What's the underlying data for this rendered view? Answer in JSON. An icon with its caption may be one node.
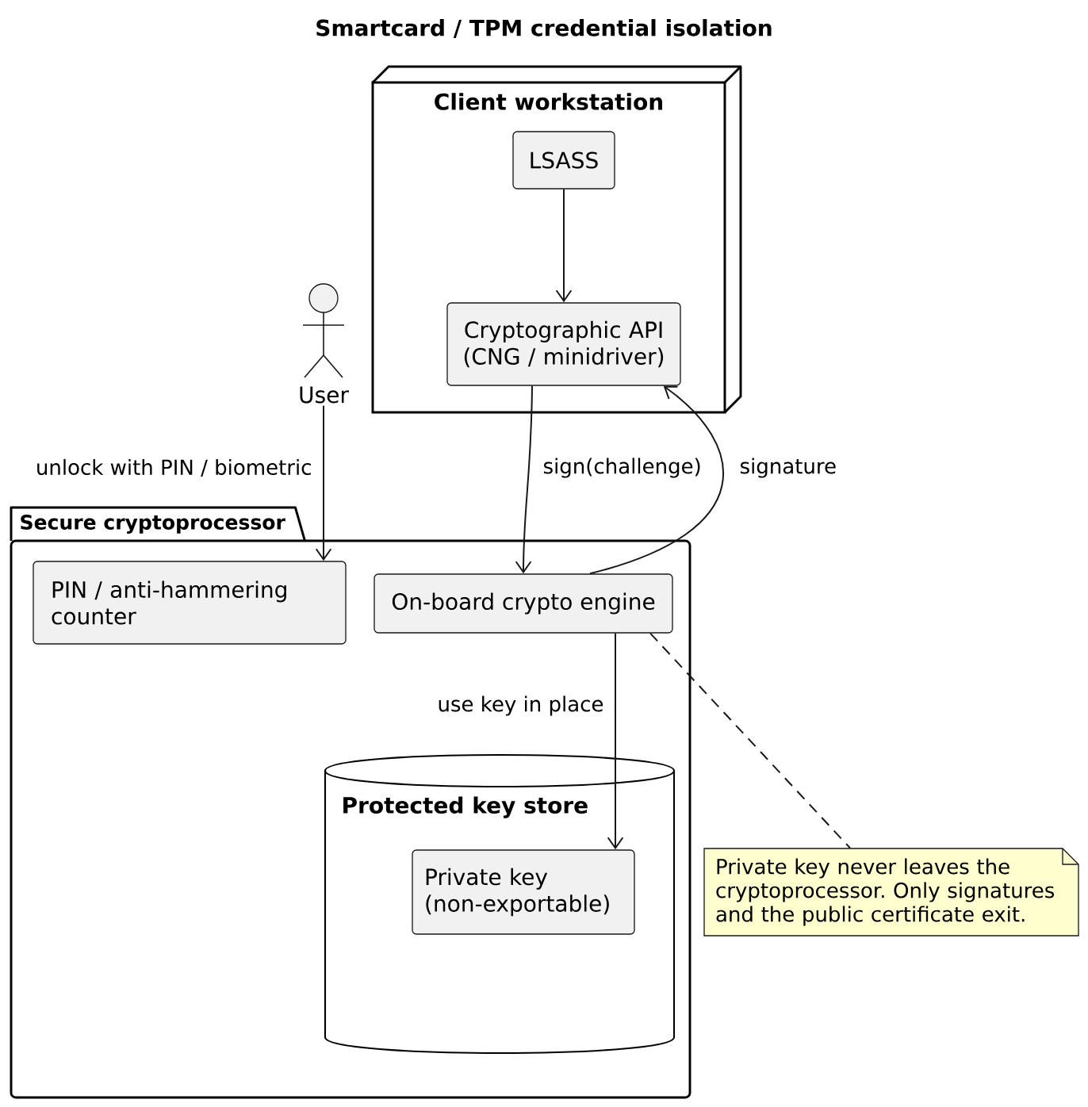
{
  "diagram": {
    "title": "Smartcard / TPM credential isolation",
    "nodes": [
      {
        "text": [
          "Client workstation"
        ]
      },
      {
        "text": [
          "LSASS"
        ],
        "in": 0
      },
      {
        "text": [
          "Cryptographic API (CNG / minidriver)"
        ],
        "in": 0
      },
      {
        "text": [
          "User"
        ]
      },
      {
        "text": [
          "Secure cryptoprocessor"
        ]
      },
      {
        "text": [
          "PIN / anti-hammering counter"
        ],
        "in": 4
      },
      {
        "text": [
          "On-board crypto engine"
        ],
        "in": 4
      },
      {
        "text": [
          "Protected key store"
        ],
        "in": 4
      },
      {
        "text": [
          "Private key (non-exportable)"
        ],
        "in": 7
      },
      {
        "text": [
          "Private key never leaves the cryptoprocessor. Only signatures and the public certificate exit."
        ]
      }
    ],
    "edges": [
      {
        "from": 1,
        "to": 2,
        "arrow": "to"
      },
      {
        "from": 3,
        "to": 5,
        "arrow": "to",
        "label": "unlock with PIN / biometric"
      },
      {
        "from": 2,
        "to": 6,
        "arrow": "to",
        "label": "sign(challenge)"
      },
      {
        "from": 6,
        "to": 2,
        "arrow": "to",
        "label": "signature"
      },
      {
        "from": 6,
        "to": 8,
        "arrow": "to",
        "label": "use key in place"
      },
      {
        "from": 6,
        "to": 9,
        "arrow": "none",
        "style": "dashed"
      }
    ]
  }
}
